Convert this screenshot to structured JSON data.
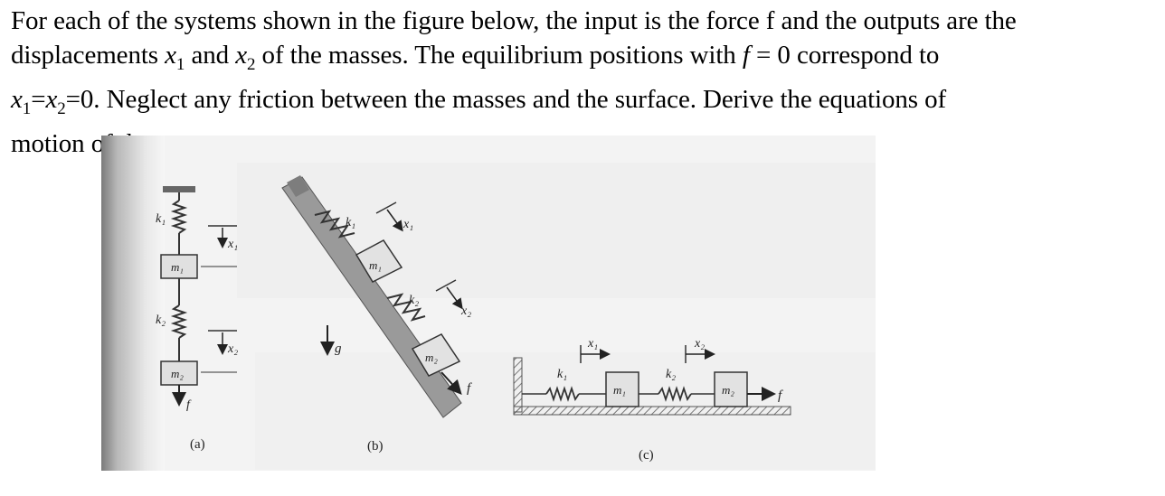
{
  "problem": {
    "line1": "For each of the systems shown in the figure below, the input is the force f and the outputs are the",
    "line2_a": "displacements ",
    "line2_x1": "x",
    "line2_sub1": "1",
    "line2_b": " and ",
    "line2_x2": "x",
    "line2_sub2": "2",
    "line2_c": " of the masses. The equilibrium positions with ",
    "line2_f": "f",
    "line2_d": " = 0 correspond to",
    "line3_x1": "x",
    "line3_sub1": "1",
    "line3_eq": "=",
    "line3_x2": "x",
    "line3_sub2": "2",
    "line3_rest": "=0. Neglect any friction between the masses and the surface. Derive the equations of",
    "line4": "motion of the systems."
  },
  "figure": {
    "a": {
      "caption": "(a)",
      "k1": "k₁",
      "k2": "k₂",
      "m1": "m₁",
      "m2": "m₂",
      "x1": "x₁",
      "x2": "x₂",
      "f": "f"
    },
    "b": {
      "caption": "(b)",
      "k1": "k₁",
      "k2": "k₂",
      "m1": "m₁",
      "m2": "m₂",
      "x1": "x₁",
      "x2": "x₂",
      "g": "g",
      "f": "f"
    },
    "c": {
      "caption": "(c)",
      "k1": "k₁",
      "k2": "k₂",
      "m1": "m₁",
      "m2": "m₂",
      "x1": "x₁",
      "x2": "x₂",
      "f": "f"
    }
  }
}
